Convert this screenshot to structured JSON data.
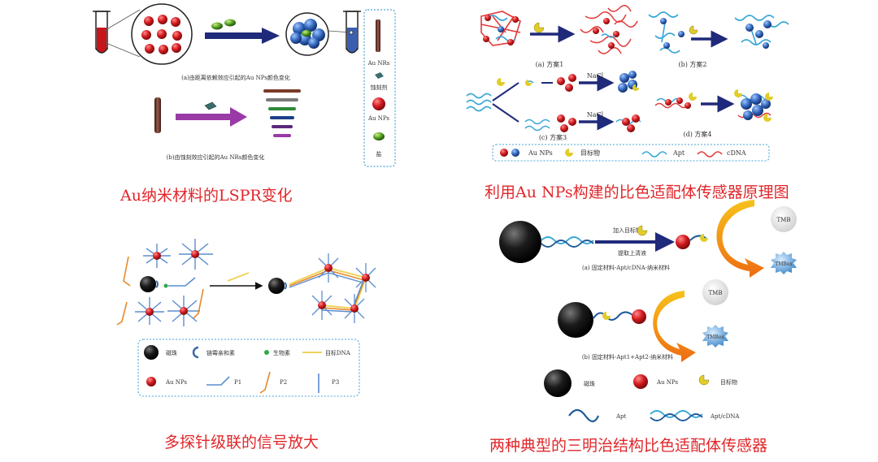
{
  "captions": {
    "top_left": "Au纳米材料的LSPR变化",
    "top_right": "利用Au NPs构建的比色适配体传感器原理图",
    "bottom_left": "多探针级联的信号放大",
    "bottom_right": "两种典型的三明治结构比色适配体传感器"
  },
  "panel_tl": {
    "sub_a": "(a)由距离依赖效应引起的Au NPs颜色变化",
    "sub_b": "(b)由蚀刻效应引起的Au NRs颜色变化",
    "legend": {
      "au_nrs": "Au NRs",
      "etchant": "蚀刻剂",
      "au_nps": "Au NPs",
      "salt": "盐"
    }
  },
  "panel_tr": {
    "scheme1": "(a) 方案1",
    "scheme2": "(b) 方案2",
    "scheme3": "(c) 方案3",
    "scheme4": "(d) 方案4",
    "nacl_1": "NaCl",
    "nacl_2": "NaCl",
    "legend": {
      "au_nps": "Au  NPs",
      "target": "目标物",
      "apt": "Apt",
      "cdna": "cDNA"
    }
  },
  "panel_bl": {
    "legend": {
      "magnetic_bead": "磁珠",
      "streptavidin": "链霉亲和素",
      "biotin": "生物素",
      "target_dna": "目标DNA",
      "au_nps": "Au NPs",
      "p1": "P1",
      "p2": "P2",
      "p3": "P3"
    }
  },
  "panel_br": {
    "add_target": "加入目标物",
    "take_supernatant": "提取上清液",
    "sub_a": "(a)  固定材料-Apt/cDNA-纳米材料",
    "sub_b": "(b)  固定材料-Apt1+Apt2-纳米材料",
    "tmb_1": "TMB",
    "tmbox_1": "TMBox",
    "tmb_2": "TMB",
    "tmbox_2": "TMBox",
    "legend": {
      "magnetic_bead": "磁珠",
      "au_nps": "Au NPs",
      "target": "目标物",
      "apt": "Apt",
      "apt_cdna": "Apt/cDNA"
    }
  },
  "colors": {
    "caption": "#e1262a",
    "au_red": "#c8151b",
    "arrow_navy": "#1f2a7a",
    "dna_blue": "#35a6d6",
    "cdna_red": "#e23a3a",
    "orange": "#f39a1d"
  }
}
